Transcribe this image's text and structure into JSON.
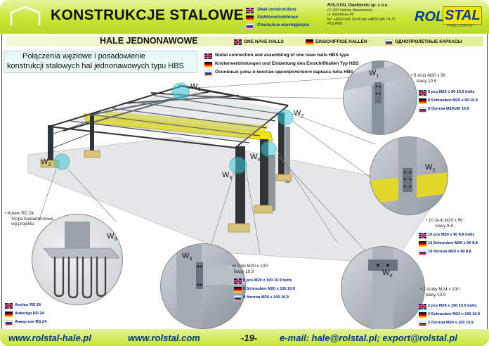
{
  "header": {
    "title": "KONSTRUKCJE STALOWE",
    "lang_en": "Steel constructions",
    "lang_de": "Stahlkonstruktionen",
    "lang_ru": "Стальные конструкции",
    "company_name": "ROLSTAL Pawłowski sp. z o.o.",
    "company_addr1": "07-300 Ostrów Mazowiecka",
    "company_addr2": "ul. Różańska 45",
    "company_phone": "tel. +4829 645 74 00  fax +4829 645 74 70",
    "company_country": "POLAND",
    "logo_rol": "ROL",
    "logo_stal": "STAL",
    "logo_sub": "PAWŁOWSKI"
  },
  "subheader": {
    "pl": "HALE JEDNONAWOWE",
    "en": "ONE NAVE HALLS",
    "de": "EINSCHIFFIGE HALLEN",
    "ru": "ОДНОПРОЛЕТНЫЕ КАРКАСЫ"
  },
  "intro": {
    "pl_line1": "Połączenia węzłowe i posadowienie",
    "pl_line2": "konstrukcji stalowych hal jednonawowych typu HBS",
    "en": "Nodal connection and assembling of one nave halls HBS type",
    "de": "Knotenverbindungen und Einbettung den Einschiffhallen Typ HBS",
    "ru": "Основные узлы и монтаж однопролетного каркаса типа HBS"
  },
  "labels": {
    "w1": "W",
    "w1_sub": "1",
    "w2": "W",
    "w2_sub": "2",
    "w3": "W",
    "w3_sub": "3",
    "w4": "W",
    "w4_sub": "4"
  },
  "details": {
    "w1": {
      "pl1": "• 8 śrub M20 x 90",
      "pl2": "klasy 10.9",
      "en": "8 pcs M20 x 90 10.9 bolts",
      "de": "8 Schrauben M20 x 90  10.9",
      "ru": "8 болтов M20x90  10.9"
    },
    "w2": {
      "pl1": "• 10 śrub M20 x 90",
      "pl2": "klasy 8.8",
      "en": "10 pcs M20 x 90 8.8 bolts",
      "de": "10 Schrauben M20 x 90  8.8",
      "ru": "10 болтов M20 x 90  8.8"
    },
    "w3": {
      "pl1": "•8 śrub M20 x 100",
      "pl2": "klasy 10.9",
      "en": "8 pcs M20 x 100 10.9 bolts",
      "de": "8 Schrauben M20 x 100  10.9",
      "ru": "8 болтов M20 x 100  10.9"
    },
    "w4": {
      "pl1": "• 2 śruby M24 x 100",
      "pl2": "klasy 10.9",
      "en": "2 pcs M24 x 100 10.9 bolts",
      "de": "2 Schrauben M24 x 100  10.9",
      "ru": "2 болтов M24 x 100 10.9"
    },
    "anchor": {
      "pl1": "• Kotew RD 24",
      "pl2": "Stopa fundamentowa",
      "pl3": "wg projektu",
      "en": "Anchor RD 24",
      "de": "Ankertyp RD 24",
      "ru": "Анкер тип RD 24"
    }
  },
  "footer": {
    "site1": "www.rolstal-hale.pl",
    "site2": "www.rolstal.com",
    "page": "-19-",
    "email": "e-mail: hale@rolstal.pl; export@rolstal.pl"
  },
  "colors": {
    "accent_green": "#c8e633",
    "accent_yellow": "#f2e600",
    "steel_dark": "#2f3438",
    "footer_blue": "#003a8c"
  }
}
